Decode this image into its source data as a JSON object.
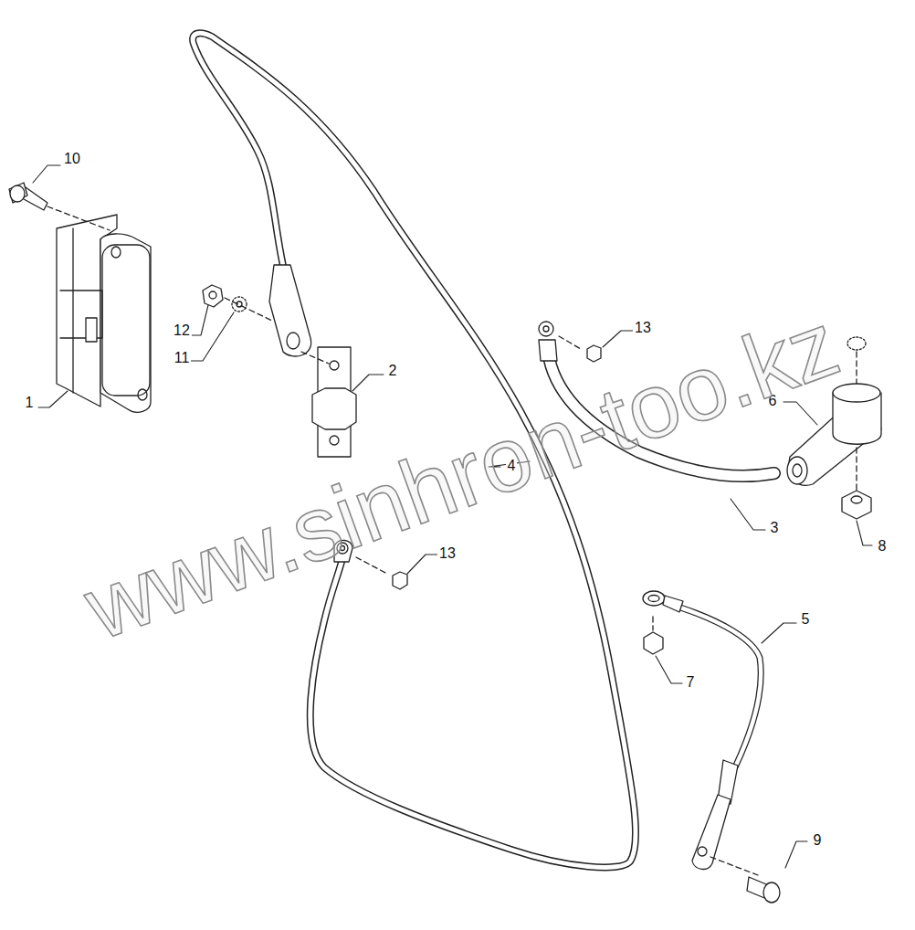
{
  "diagram": {
    "labels": [
      "10",
      "12",
      "11",
      "1",
      "2",
      "13",
      "4",
      "6",
      "3",
      "8",
      "13",
      "5",
      "7",
      "9",
      "www.sinhron-too.kz"
    ]
  }
}
